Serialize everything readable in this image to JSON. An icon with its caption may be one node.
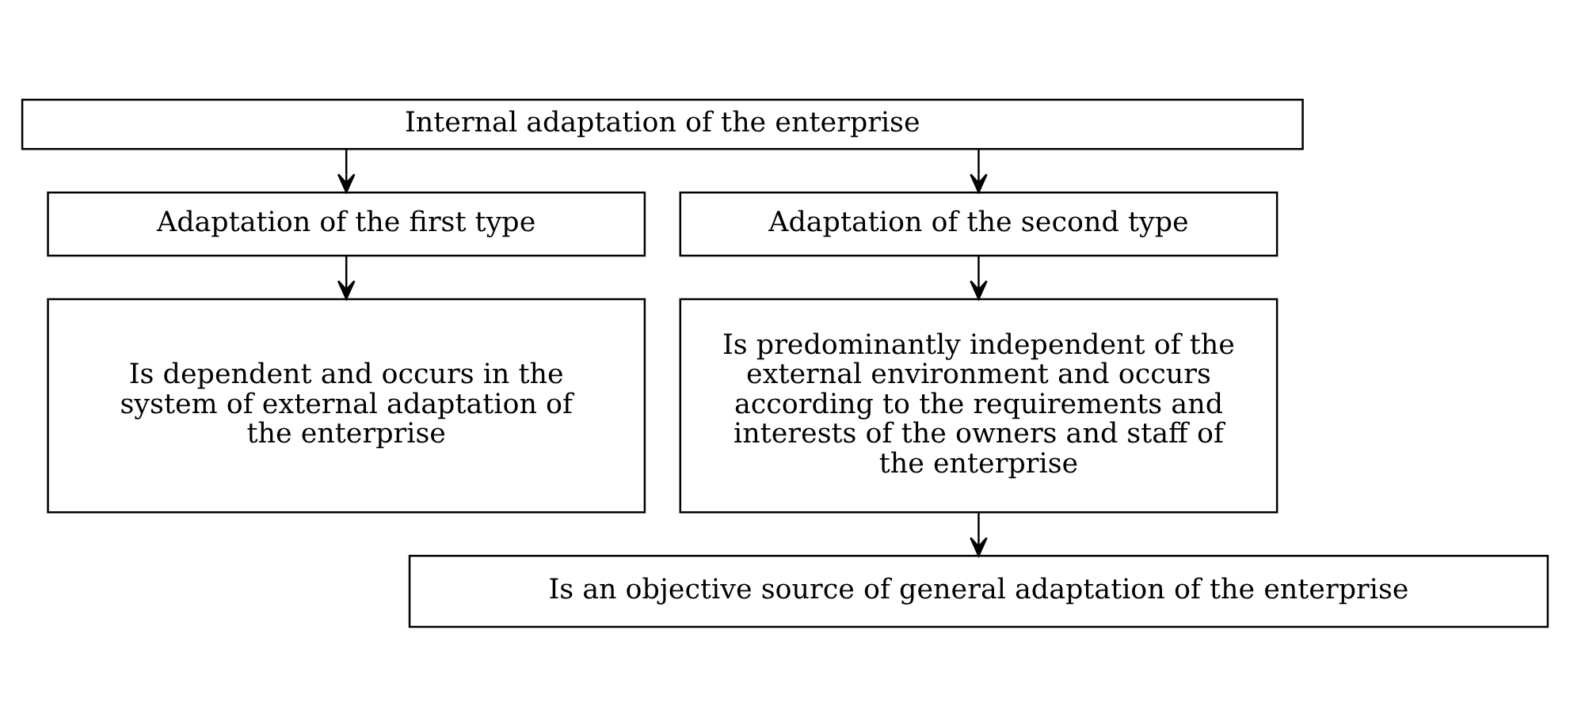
{
  "diagram": {
    "nodes": [
      {
        "text": [
          "Internal adaptation of the enterprise"
        ]
      },
      {
        "text": [
          "Adaptation of the first type"
        ]
      },
      {
        "text": [
          "Adaptation of the second type"
        ]
      },
      {
        "text": [
          "Is dependent and occurs in the system of external adaptation of the enterprise"
        ]
      },
      {
        "text": [
          "Is predominantly independent of the external environment and occurs according to the requirements and interests of the owners and staff of the enterprise"
        ]
      },
      {
        "text": [
          "Is an objective source of general adaptation of the enterprise"
        ]
      }
    ],
    "edges": [
      {
        "from": 0,
        "to": 1,
        "arrow": "to"
      },
      {
        "from": 0,
        "to": 2,
        "arrow": "to"
      },
      {
        "from": 1,
        "to": 3,
        "arrow": "to"
      },
      {
        "from": 2,
        "to": 4,
        "arrow": "to"
      },
      {
        "from": 4,
        "to": 5,
        "arrow": "to"
      }
    ]
  }
}
